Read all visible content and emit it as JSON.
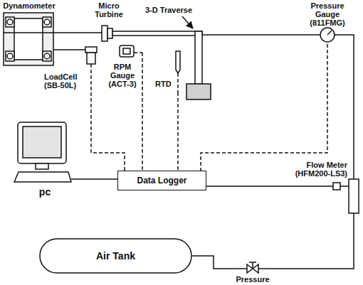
{
  "diagram": {
    "nodes": [
      {
        "text": [
          "Dynamometer"
        ]
      },
      {
        "text": [
          "Micro Turbine"
        ]
      },
      {
        "text": [
          "3-D Traverse"
        ]
      },
      {
        "text": [
          "LoadCell (SB-50L)"
        ]
      },
      {
        "text": [
          "RPM Gauge (ACT-3)"
        ]
      },
      {
        "text": [
          "RTD"
        ]
      },
      {
        "text": [
          "Pressure Gauge (811FMG)"
        ]
      },
      {
        "text": [
          "pc"
        ]
      },
      {
        "text": [
          "Data Logger"
        ]
      },
      {
        "text": [
          "Flow Meter (HFM200-LS3)"
        ]
      },
      {
        "text": [
          "Air Tank"
        ]
      },
      {
        "text": [
          "Pressure"
        ]
      }
    ],
    "edges": [
      {
        "from": 0,
        "to": 1,
        "arrow": "none"
      },
      {
        "from": 2,
        "to": 6,
        "arrow": "none"
      },
      {
        "from": 3,
        "to": 8,
        "arrow": "none"
      },
      {
        "from": 4,
        "to": 8,
        "arrow": "none"
      },
      {
        "from": 5,
        "to": 8,
        "arrow": "none"
      },
      {
        "from": 6,
        "to": 8,
        "arrow": "none"
      },
      {
        "from": 7,
        "to": 8,
        "arrow": "none"
      },
      {
        "from": 8,
        "to": 9,
        "arrow": "none"
      },
      {
        "from": 6,
        "to": 9,
        "arrow": "none"
      },
      {
        "from": 10,
        "to": 11,
        "arrow": "none"
      },
      {
        "from": 11,
        "to": 9,
        "arrow": "none"
      }
    ]
  }
}
